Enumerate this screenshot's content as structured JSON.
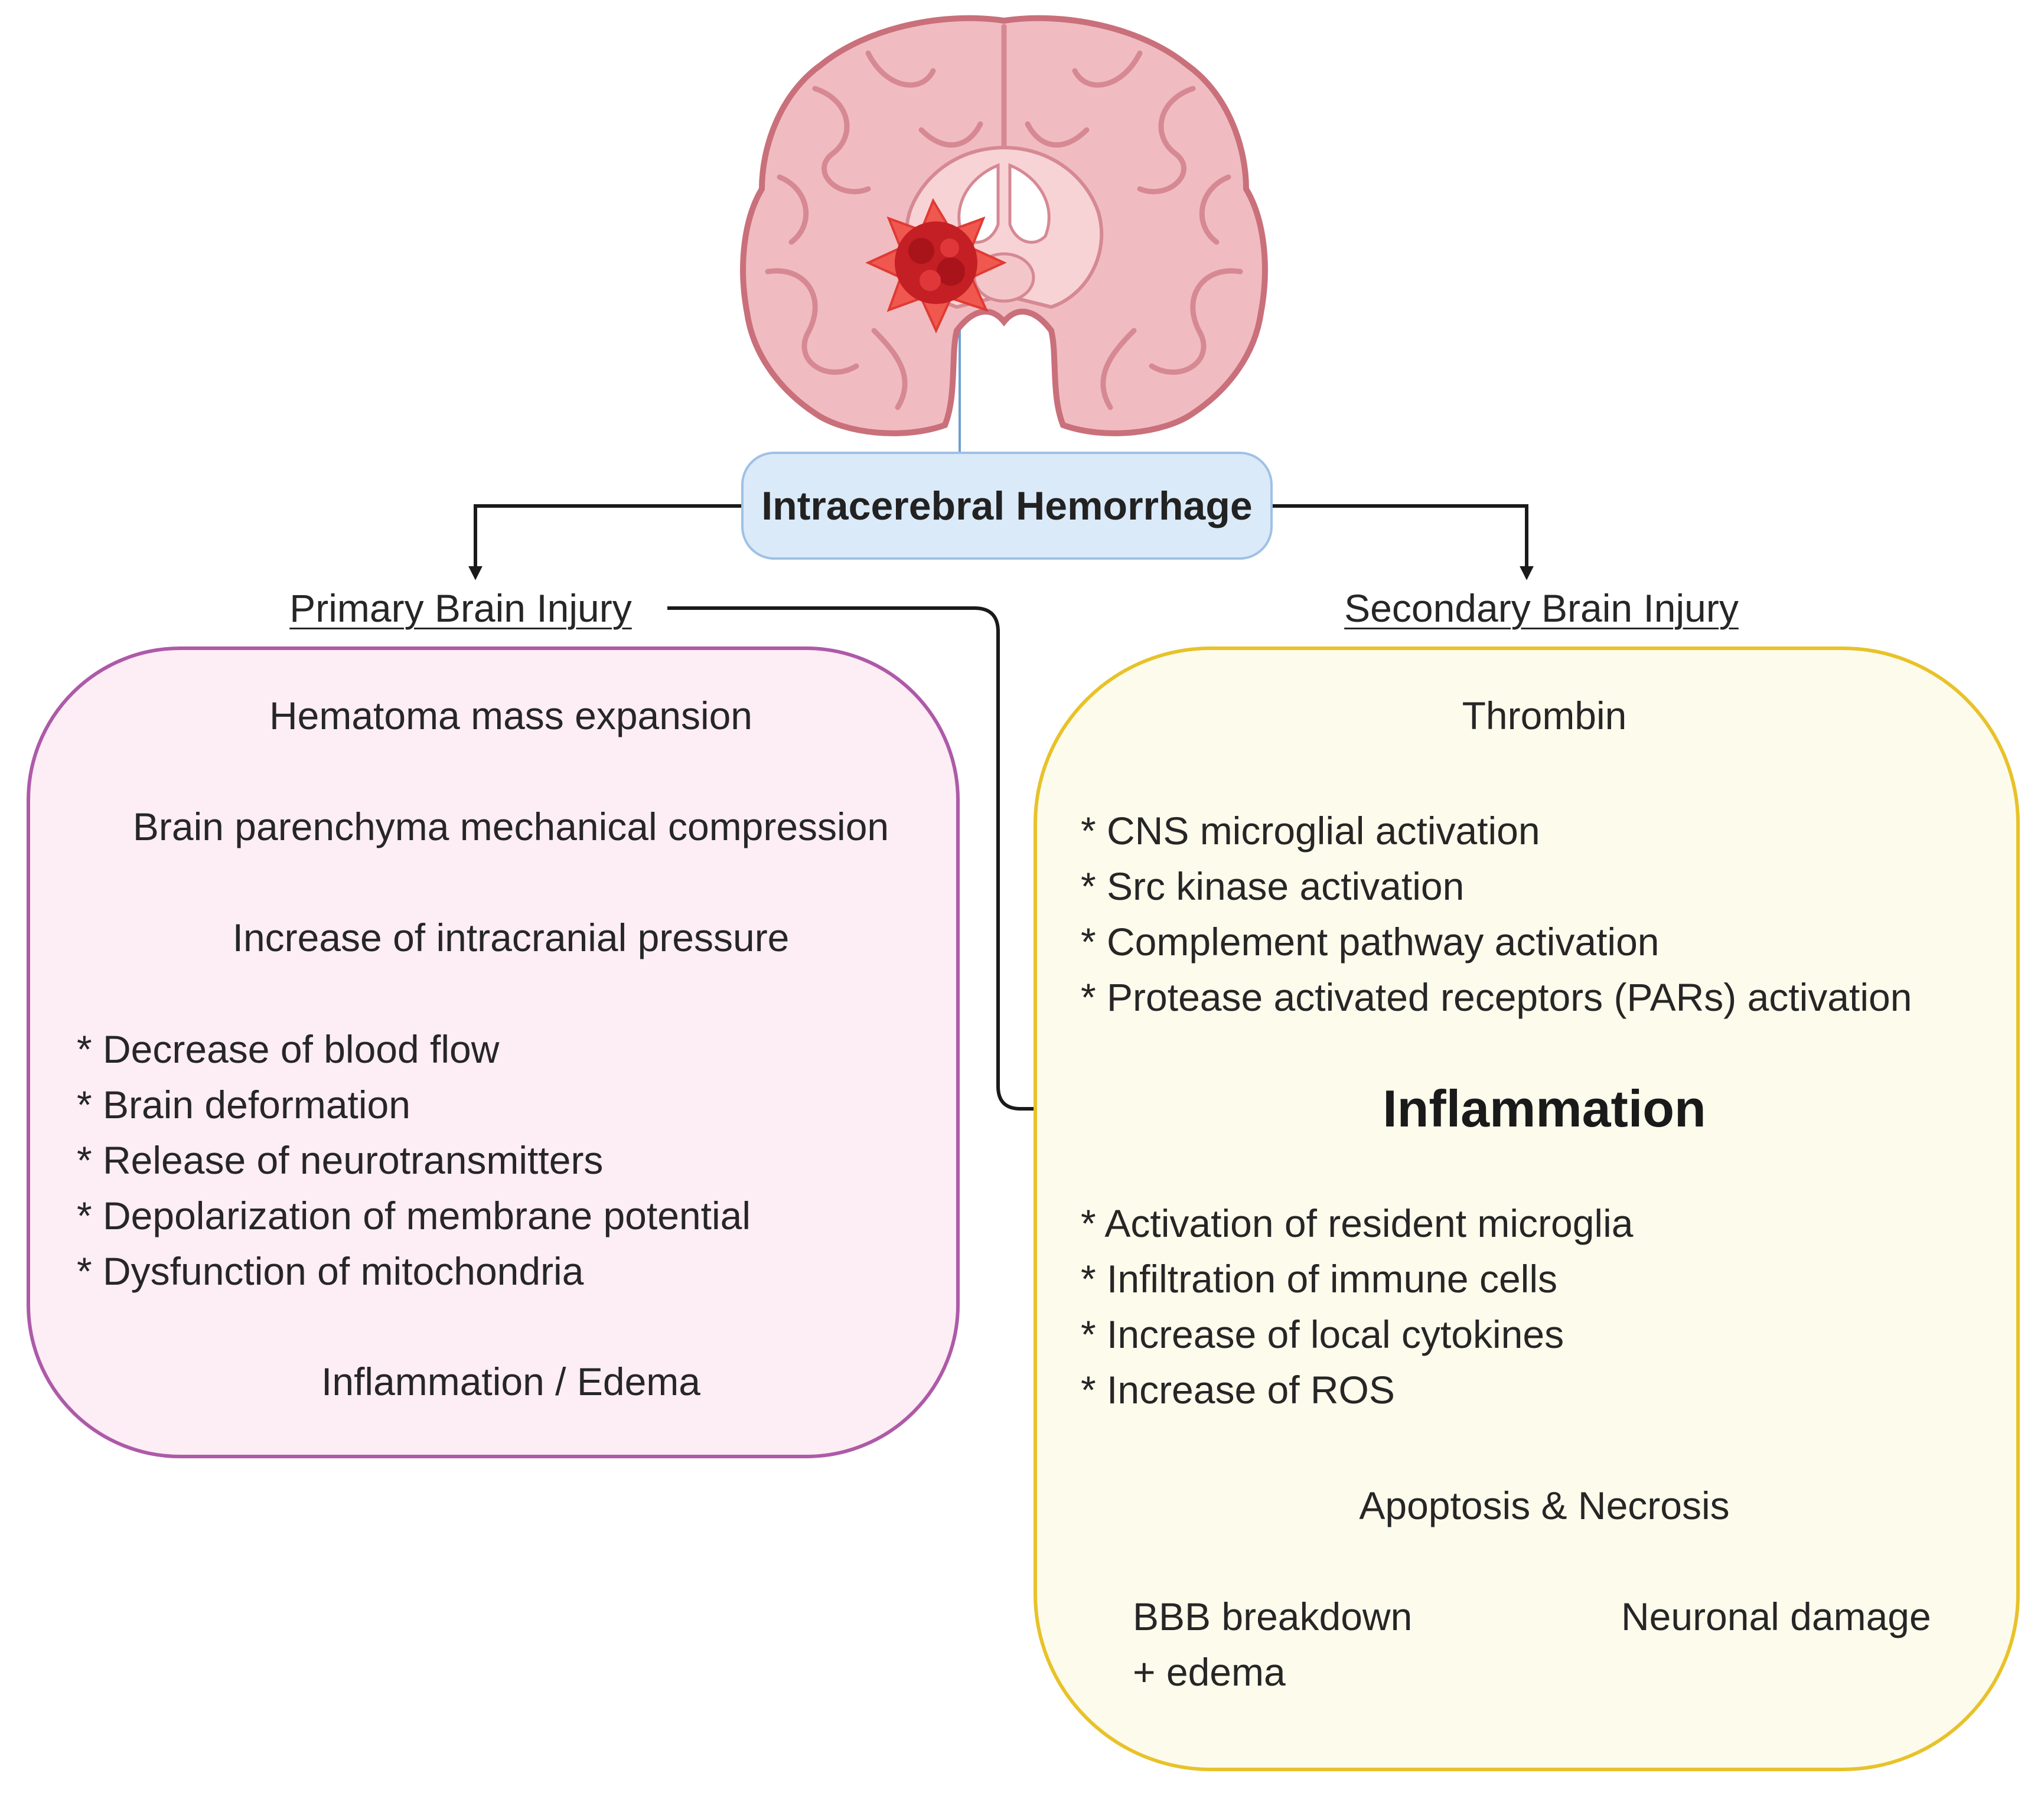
{
  "title": "Intracerebral Hemorrhage",
  "colors": {
    "ich_box_fill": "#dbeaf8",
    "ich_box_border": "#9fc1e4",
    "primary_box_fill": "#fdedf4",
    "primary_box_border": "#ad5aa8",
    "secondary_box_fill": "#fdfbec",
    "secondary_box_border": "#e8c229",
    "brain": "#e7a3aa",
    "hemorrhage": "#d9262a"
  },
  "primary": {
    "heading": "Primary Brain Injury",
    "steps": [
      "Hematoma mass expansion",
      "Brain parenchyma mechanical compression",
      "Increase of intracranial pressure"
    ],
    "bullets": [
      "* Decrease of blood flow",
      "* Brain deformation",
      "* Release of neurotransmitters",
      "* Depolarization of membrane potential",
      "* Dysfunction of mitochondria"
    ],
    "outcome": "Inflammation / Edema"
  },
  "secondary": {
    "heading": "Secondary Brain Injury",
    "trigger": "Thrombin",
    "activations": [
      "* CNS microglial activation",
      "* Src kinase activation",
      "* Complement pathway activation",
      "* Protease activated receptors (PARs) activation"
    ],
    "central": "Inflammation",
    "effects": [
      "* Activation of resident microglia",
      "* Infiltration of immune cells",
      "* Increase of local cytokines",
      "* Increase of ROS"
    ],
    "death": "Apoptosis & Necrosis",
    "bbb_line1": "BBB breakdown",
    "bbb_line2": "+ edema",
    "neuronal": "Neuronal damage"
  }
}
